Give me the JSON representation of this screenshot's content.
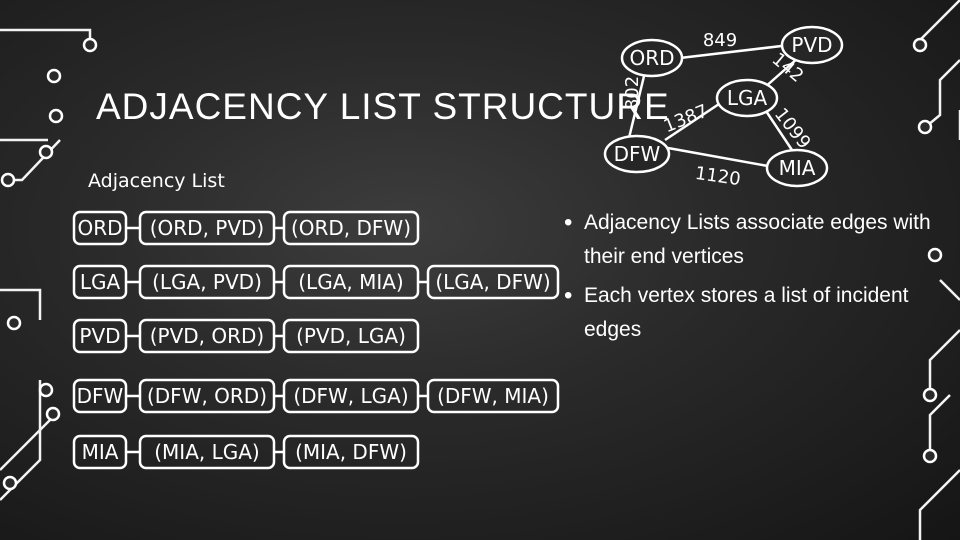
{
  "title": "ADJACENCY LIST STRUCTURE",
  "subtitle": "Adjacency List",
  "bullets": [
    "Adjacency Lists associate edges with their end vertices",
    "Each vertex stores a list of incident edges"
  ],
  "graph": {
    "vertices": [
      "ORD",
      "PVD",
      "LGA",
      "DFW",
      "MIA"
    ],
    "edges": [
      {
        "from": "ORD",
        "to": "PVD",
        "weight": "849"
      },
      {
        "from": "ORD",
        "to": "DFW",
        "weight": "802"
      },
      {
        "from": "LGA",
        "to": "PVD",
        "weight": "142"
      },
      {
        "from": "DFW",
        "to": "LGA",
        "weight": "1387"
      },
      {
        "from": "LGA",
        "to": "MIA",
        "weight": "1099"
      },
      {
        "from": "DFW",
        "to": "MIA",
        "weight": "1120"
      }
    ]
  },
  "adjacency_rows": [
    {
      "vertex": "ORD",
      "edges": [
        "(ORD, PVD)",
        "(ORD, DFW)"
      ]
    },
    {
      "vertex": "LGA",
      "edges": [
        "(LGA, PVD)",
        "(LGA, MIA)",
        "(LGA, DFW)"
      ]
    },
    {
      "vertex": "PVD",
      "edges": [
        "(PVD, ORD)",
        "(PVD, LGA)"
      ]
    },
    {
      "vertex": "DFW",
      "edges": [
        "(DFW, ORD)",
        "(DFW, LGA)",
        "(DFW, MIA)"
      ]
    },
    {
      "vertex": "MIA",
      "edges": [
        "(MIA, LGA)",
        "(MIA, DFW)"
      ]
    }
  ],
  "colors": {
    "foreground": "#ffffff",
    "background": "#2a2a2a",
    "circuit": "#ffffff"
  }
}
